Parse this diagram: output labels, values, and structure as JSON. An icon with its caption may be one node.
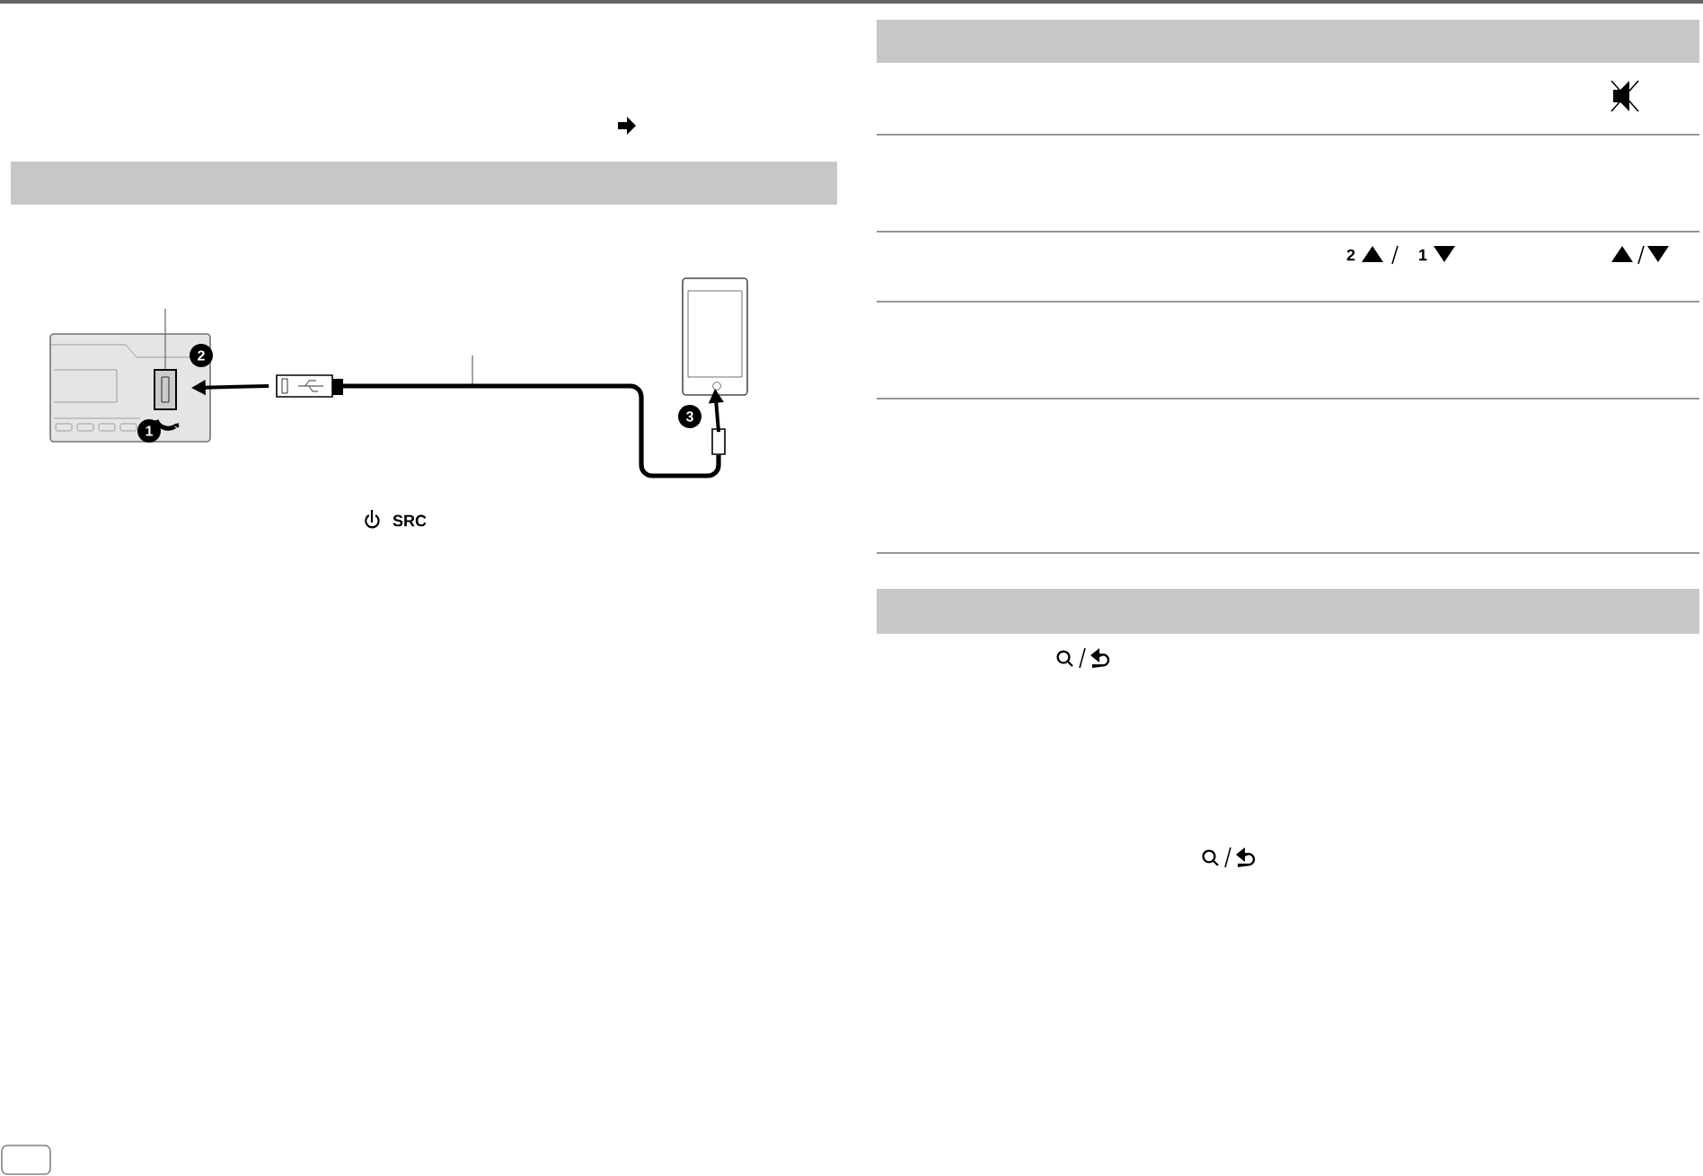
{
  "diagram": {
    "nodes": [
      {
        "text": [],
        "shape": "bar"
      },
      {
        "text": [],
        "shape": "picture"
      },
      {
        "text": [],
        "shape": "box",
        "in": 1
      },
      {
        "text": [],
        "shape": "box"
      },
      {
        "text": [],
        "shape": "picture"
      },
      {
        "text": [],
        "shape": "box"
      },
      {
        "text": [],
        "shape": "bar"
      },
      {
        "text": [],
        "shape": "bar"
      }
    ],
    "edges": [
      {
        "from": 3,
        "to": 1,
        "arrow": "to"
      },
      {
        "from": 3,
        "to": 5,
        "arrow": "none"
      },
      {
        "from": 5,
        "to": 4,
        "arrow": "to"
      },
      {
        "from": null,
        "to": 2,
        "arrow": "none",
        "color": "#666666"
      }
    ],
    "labels": [
      "2",
      "3",
      "1",
      "SRC",
      "2",
      "1"
    ]
  }
}
